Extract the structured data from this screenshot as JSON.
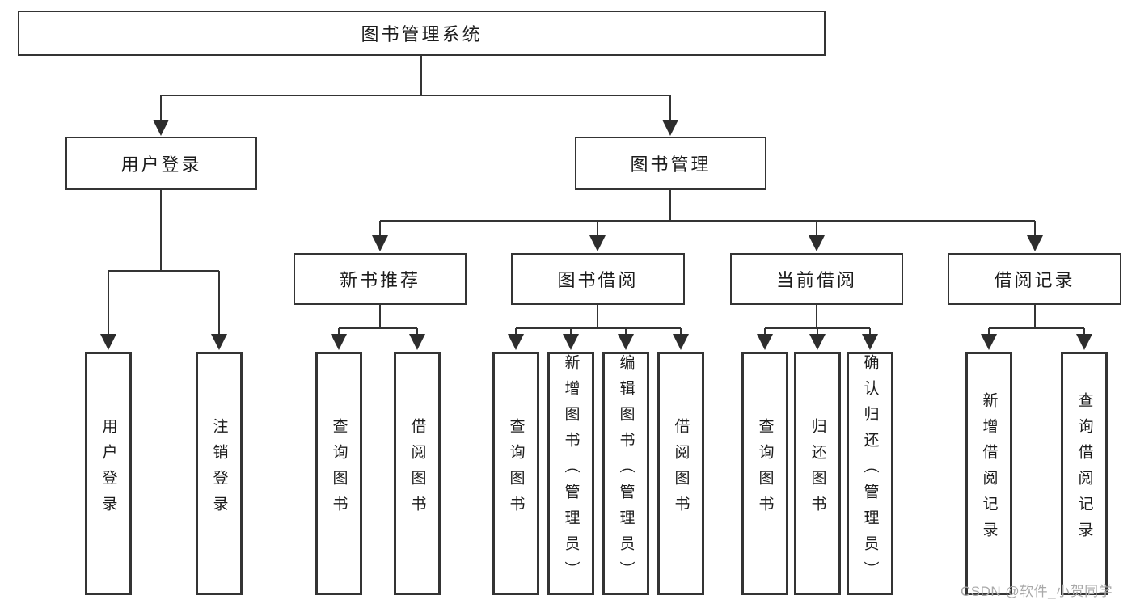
{
  "diagram": {
    "type": "hierarchy-diagram",
    "title": "图书管理系统",
    "watermark": "CSDN @软件_小贺同学",
    "colors": {
      "line": "#343434",
      "arrow": "#2d2d2d",
      "box_border": "#343434",
      "text": "#1c1c1c",
      "watermark": "#a9a9a9",
      "background": "#ffffff"
    },
    "nodes": {
      "root": {
        "label": "图书管理系统"
      },
      "l2": [
        {
          "label": "用户登录",
          "parent": "图书管理系统"
        },
        {
          "label": "图书管理",
          "parent": "图书管理系统"
        }
      ],
      "l3": [
        {
          "label": "新书推荐",
          "parent": "图书管理"
        },
        {
          "label": "图书借阅",
          "parent": "图书管理"
        },
        {
          "label": "当前借阅",
          "parent": "图书管理"
        },
        {
          "label": "借阅记录",
          "parent": "图书管理"
        }
      ],
      "leaves": [
        {
          "label": "用户登录",
          "parent": "用户登录"
        },
        {
          "label": "注销登录",
          "parent": "用户登录"
        },
        {
          "label": "查询图书",
          "parent": "新书推荐"
        },
        {
          "label": "借阅图书",
          "parent": "新书推荐"
        },
        {
          "label": "查询图书",
          "parent": "图书借阅"
        },
        {
          "label": "新增图书（管理员）",
          "parent": "图书借阅"
        },
        {
          "label": "编辑图书（管理员）",
          "parent": "图书借阅"
        },
        {
          "label": "借阅图书",
          "parent": "图书借阅"
        },
        {
          "label": "查询图书",
          "parent": "当前借阅"
        },
        {
          "label": "归还图书",
          "parent": "当前借阅"
        },
        {
          "label": "确认归还（管理员）",
          "parent": "当前借阅"
        },
        {
          "label": "新增借阅记录",
          "parent": "借阅记录"
        },
        {
          "label": "查询借阅记录",
          "parent": "借阅记录"
        }
      ]
    }
  }
}
